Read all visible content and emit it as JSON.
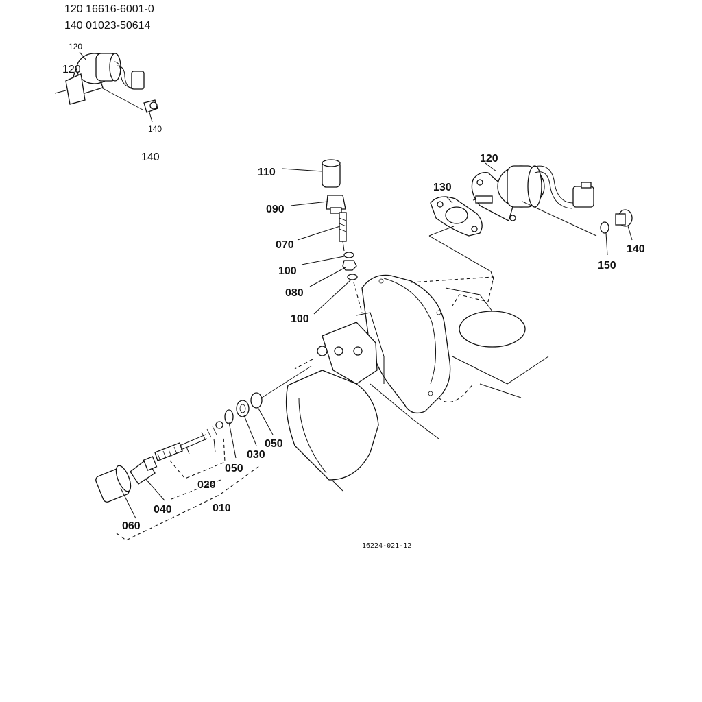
{
  "header": {
    "line1": "120 16616-6001-0",
    "line2": "140 01023-50614"
  },
  "inset": {
    "label_120_a": "120",
    "label_120_b": "120",
    "label_140": "140",
    "label_140_below": "140"
  },
  "callouts": {
    "p110": "110",
    "p090": "090",
    "p070": "070",
    "p100_top": "100",
    "p080": "080",
    "p100_bottom": "100",
    "p120": "120",
    "p130": "130",
    "p140": "140",
    "p150": "150",
    "p050_right": "050",
    "p030": "030",
    "p050_left": "050",
    "p020": "020",
    "p010": "010",
    "p040": "040",
    "p060": "060"
  },
  "drawing_code": "16224-021-12"
}
